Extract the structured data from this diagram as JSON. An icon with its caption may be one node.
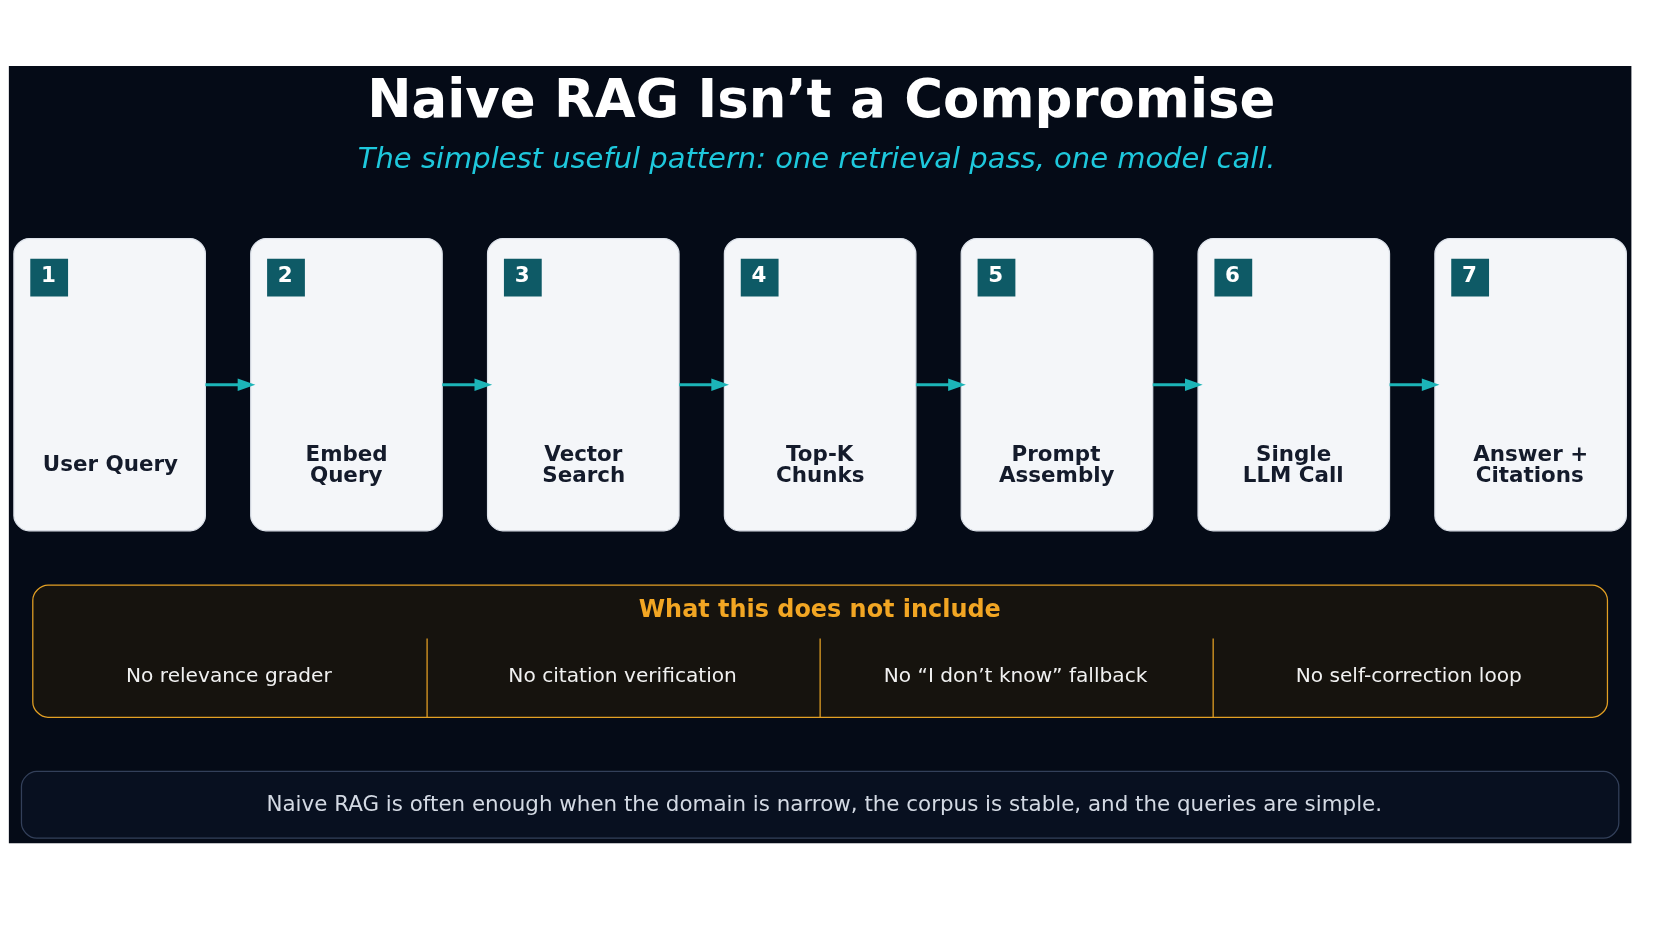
{
  "diagram": {
    "title": "Naive RAG Isn’t a Compromise",
    "nodes": [
      {
        "text": [
          "1",
          "User Query"
        ]
      },
      {
        "text": [
          "2",
          "Embed Query"
        ]
      },
      {
        "text": [
          "3",
          "Vector Search"
        ]
      },
      {
        "text": [
          "4",
          "Top-K Chunks"
        ]
      },
      {
        "text": [
          "5",
          "Prompt Assembly"
        ]
      },
      {
        "text": [
          "6",
          "Single LLM Call"
        ]
      },
      {
        "text": [
          "7",
          "Answer + Citations"
        ]
      },
      {
        "text": [
          "What this does not include",
          "No relevance grader",
          "No citation verification",
          "No “I don’t know” fallback",
          "No self-correction loop"
        ]
      },
      {
        "text": [
          "Naive RAG is often enough when the domain is narrow, the corpus is stable, and the queries are simple."
        ]
      }
    ],
    "edges": [
      {
        "from": 0,
        "to": 1,
        "arrow": "to"
      },
      {
        "from": 1,
        "to": 2,
        "arrow": "to"
      },
      {
        "from": 2,
        "to": 3,
        "arrow": "to"
      },
      {
        "from": 3,
        "to": 4,
        "arrow": "to"
      },
      {
        "from": 4,
        "to": 5,
        "arrow": "to"
      },
      {
        "from": 5,
        "to": 6,
        "arrow": "to"
      }
    ],
    "labels": [
      "The simplest useful pattern: one retrieval pass, one model call."
    ]
  }
}
